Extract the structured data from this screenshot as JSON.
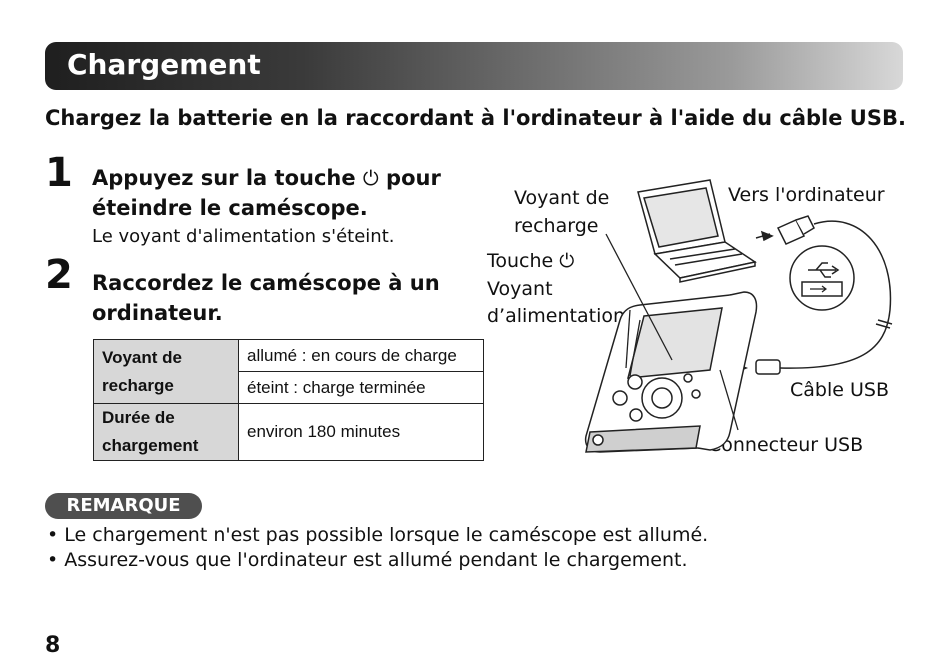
{
  "header": {
    "title": "Chargement"
  },
  "intro": "Chargez la batterie en la raccordant à l'ordinateur à l'aide du câble USB.",
  "steps": [
    {
      "number": "1",
      "title_before": "Appuyez sur la touche",
      "title_after": "pour",
      "title_line2": "éteindre le caméscope.",
      "power_glyph": "⏻",
      "description": "Le voyant d'alimentation s'éteint."
    },
    {
      "number": "2",
      "title_line1": "Raccordez le caméscope à un",
      "title_line2": "ordinateur."
    }
  ],
  "table": {
    "row1_header": [
      "Voyant de",
      "recharge"
    ],
    "row1_values": [
      "allumé : en cours de charge",
      "éteint : charge terminée"
    ],
    "row2_header": [
      "Durée de",
      "chargement"
    ],
    "row2_value": "environ 180 minutes"
  },
  "illustration": {
    "labels": {
      "voyant_recharge": [
        "Voyant de",
        "recharge"
      ],
      "vers_ordinateur": "Vers l'ordinateur",
      "touche": "Touche",
      "voyant_alim": [
        "Voyant",
        "d’alimentation"
      ],
      "cable_usb": "Câble USB",
      "connecteur_usb": "Connecteur USB"
    },
    "icons": [
      "laptop-icon",
      "usb-plug-icon",
      "usb-symbol-icon",
      "camcorder-icon",
      "power-icon"
    ]
  },
  "remarque": {
    "label": "REMARQUE",
    "bullet": "•",
    "notes": [
      "Le chargement n'est pas possible lorsque le caméscope est allumé.",
      "Assurez-vous que l'ordinateur est allumé pendant le chargement."
    ]
  },
  "page_number": "8"
}
